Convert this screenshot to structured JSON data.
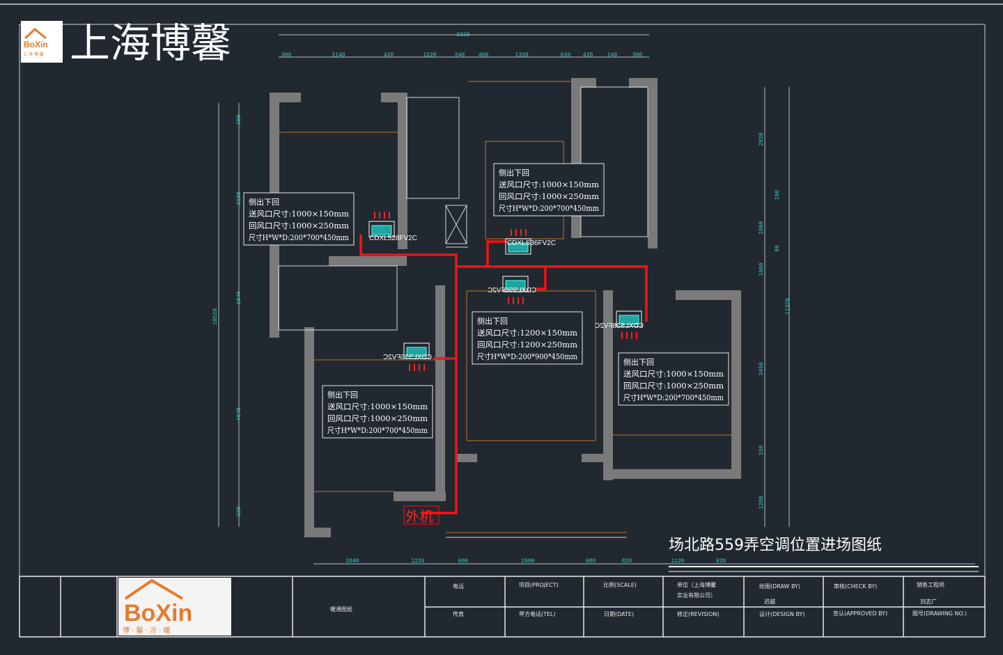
{
  "header": {
    "title": "上海博馨",
    "logo_text": "BoXin",
    "logo_sub": "上 海 博 馨"
  },
  "drawing_title": "场北路559弄空调位置进场图纸",
  "dimensions": {
    "top_total": "9320",
    "top": [
      "300",
      "2140",
      "420",
      "1220",
      "240",
      "400",
      "1320",
      "620",
      "420",
      "240",
      "300"
    ],
    "left_total": "10520",
    "left": [
      "200",
      "3180",
      "1840",
      "4640",
      "920"
    ],
    "right_total": "11320",
    "right": [
      "2820",
      "180",
      "1000",
      "80",
      "1060",
      "3450",
      "150",
      "1280"
    ],
    "bottom": [
      "2040",
      "1220",
      "600",
      "2600",
      "600",
      "820",
      "1120",
      "920"
    ]
  },
  "label_boxes": [
    {
      "l1": "侧出下回",
      "l2": "送风口尺寸:1000×150mm",
      "l3": "回风口尺寸:1000×250mm",
      "l4": "尺寸H*W*D:200*700*450mm"
    },
    {
      "l1": "侧出下回",
      "l2": "送风口尺寸:1000×150mm",
      "l3": "回风口尺寸:1000×250mm",
      "l4": "尺寸H*W*D:200*700*450mm"
    },
    {
      "l1": "侧出下回",
      "l2": "送风口尺寸:1200×150mm",
      "l3": "回风口尺寸:1200×250mm",
      "l4": "尺寸H*W*D:200*900*450mm"
    },
    {
      "l1": "侧出下回",
      "l2": "送风口尺寸:1000×150mm",
      "l3": "回风口尺寸:1000×250mm",
      "l4": "尺寸H*W*D:200*700*450mm"
    },
    {
      "l1": "侧出下回",
      "l2": "送风口尺寸:1000×150mm",
      "l3": "回风口尺寸:1000×250mm",
      "l4": "尺寸H*W*D:200*700*450mm"
    }
  ],
  "units": [
    "CDXL528FV2C",
    "CDXLS36FV2C",
    "CDXLS56FV2C",
    "CDXLS28FV2C",
    "CDXLS36FV2C"
  ],
  "outdoor_unit": "外机",
  "title_block": {
    "logo_text": "BoXin",
    "logo_sub": "博 · 馨 · 冷 · 暖",
    "drawing_type": "暖通图纸",
    "phone": "电话",
    "project": "项目(PROJECT)",
    "scale": "比例(SCALE)",
    "company_1": "单位（上海博馨",
    "company_2": "实业有限公司）",
    "draw_by": "绘图(DRAW BY)",
    "draw_by_name": "迟越",
    "check_by": "审核(CHECK BY)",
    "sales": "销售工程师",
    "sales_name": "刘志广",
    "fax": "传真",
    "client_tel": "甲方电话(TEL)",
    "date": "日期(DATE)",
    "revision": "修正(REVISION)",
    "design_by": "设计(DESIGN BY)",
    "approved_by": "签认(APPROVED BY)",
    "drawing_no": "图号(DRAWING NO.)"
  },
  "colors": {
    "background": "#212830",
    "pipe": "#ff1010",
    "dimension": "#35d6d0",
    "wall": "#7a7a7a",
    "brand": "#e87a2a"
  }
}
